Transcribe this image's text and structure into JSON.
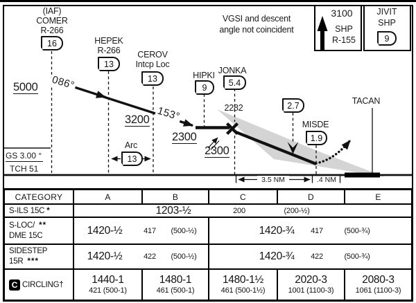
{
  "profile": {
    "note_line1": "VGSI and descent",
    "note_line2": "angle not coincident",
    "missed_approach": {
      "altitude": "3100",
      "nav1": "SHP",
      "radial": "R-155",
      "fix": "JIVIT",
      "nav2": "SHP",
      "dme": "9"
    },
    "fixes": {
      "comer": {
        "iaf": "(IAF)",
        "name": "COMER",
        "radial": "R-266",
        "dme": "16"
      },
      "hepek": {
        "name": "HEPEK",
        "radial": "R-266",
        "dme": "13"
      },
      "cerov": {
        "name": "CEROV",
        "sub": "Intcp Loc",
        "dme": "13"
      },
      "hipki": {
        "name": "HIPKI",
        "dme": "9"
      },
      "jonka": {
        "name": "JONKA",
        "dme": "5.4"
      },
      "fix27": {
        "dme": "2.7"
      },
      "misde": {
        "name": "MISDE",
        "dme": "1.9"
      },
      "tacan": {
        "name": "TACAN"
      }
    },
    "altitudes": {
      "a5000": "5000",
      "a3200": "3200",
      "a2300_loc": "2300",
      "a2300_gs": "2300",
      "gs_crossing": "2282"
    },
    "courses": {
      "c086": "086°",
      "c153": "153°"
    },
    "arc": {
      "label": "Arc",
      "dme": "13"
    },
    "gs_angle": "GS 3.00 °",
    "tch": "TCH 51",
    "dist_faf_map": "3.5 NM",
    "dist_map_thr": ".4 NM"
  },
  "minimums": {
    "header": {
      "category": "CATEGORY",
      "a": "A",
      "b": "B",
      "c": "C",
      "d": "D",
      "e": "E"
    },
    "sils": {
      "label": "S-ILS 15C",
      "stars": "*",
      "main": "1203-½",
      "hat": "200",
      "paren": "(200-½)"
    },
    "sloc": {
      "label1": "S-LOC/",
      "stars": "**",
      "label2": "DME 15C",
      "ab_main": "1420-½",
      "ab_hat": "417",
      "ab_paren": "(500-½)",
      "ce_main": "1420-¾",
      "ce_hat": "417",
      "ce_paren": "(500-¾)"
    },
    "sidestep": {
      "label1": "SIDESTEP",
      "label2": "15R",
      "stars": "***",
      "ab_main": "1420-½",
      "ab_hat": "422",
      "ab_paren": "(500-½)",
      "ce_main": "1420-¾",
      "ce_hat": "422",
      "ce_paren": "(500-¾)"
    },
    "circling": {
      "symbol": "C",
      "label": "CIRCLING†",
      "cells": [
        {
          "main": "1440-1",
          "sub": "421 (500-1)"
        },
        {
          "main": "1480-1",
          "sub": "461 (500-1)"
        },
        {
          "main": "1480-1½",
          "sub": "461 (500-1½)"
        },
        {
          "main": "2020-3",
          "sub": "1001 (1100-3)"
        },
        {
          "main": "2080-3",
          "sub": "1061 (1100-3)"
        }
      ]
    }
  }
}
